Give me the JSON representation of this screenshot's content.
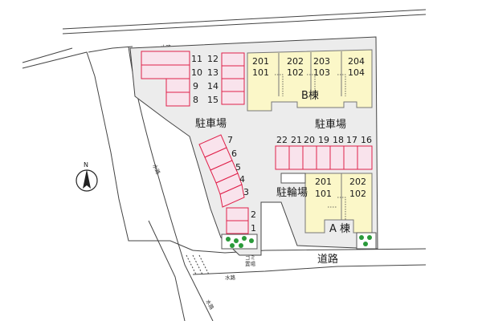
{
  "labels": {
    "parking": "駐車場",
    "bicycle_parking": "駐輪場",
    "road": "道路",
    "waterway": "水路",
    "garbage_line1": "ゴミ",
    "garbage_line2": "置場",
    "north": "N"
  },
  "buildings": {
    "B": {
      "name": "B棟",
      "units_upper": [
        "201",
        "202",
        "203",
        "204"
      ],
      "units_lower": [
        "101",
        "102",
        "103",
        "104"
      ]
    },
    "A": {
      "name": "A 棟",
      "units_upper": [
        "201",
        "202"
      ],
      "units_lower": [
        "101",
        "102"
      ]
    }
  },
  "parking_spaces": {
    "top_left_col1": [
      "11",
      "10",
      "9",
      "8"
    ],
    "top_left_col2": [
      "12",
      "13",
      "14",
      "15"
    ],
    "diagonal": [
      "7",
      "6",
      "5",
      "4",
      "3"
    ],
    "lower": [
      "2",
      "1"
    ],
    "center_row": [
      "22",
      "21",
      "20",
      "19",
      "18",
      "17",
      "16"
    ]
  },
  "colors": {
    "parking_fill": "#f9e3ec",
    "parking_stroke": "#e0204a",
    "building_fill": "#fbf7c8",
    "building_stroke": "#777777",
    "lot_fill": "#ececec",
    "tree_fill": "#2a9a3a"
  }
}
